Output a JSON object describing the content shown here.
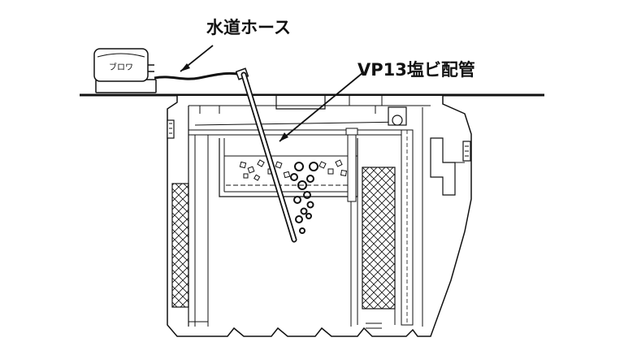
{
  "labels": {
    "hose": "水道ホース",
    "pipe": "VP13塩ビ配管",
    "blower": "ブロワ"
  },
  "colors": {
    "line": "#111111",
    "background": "#ffffff"
  }
}
